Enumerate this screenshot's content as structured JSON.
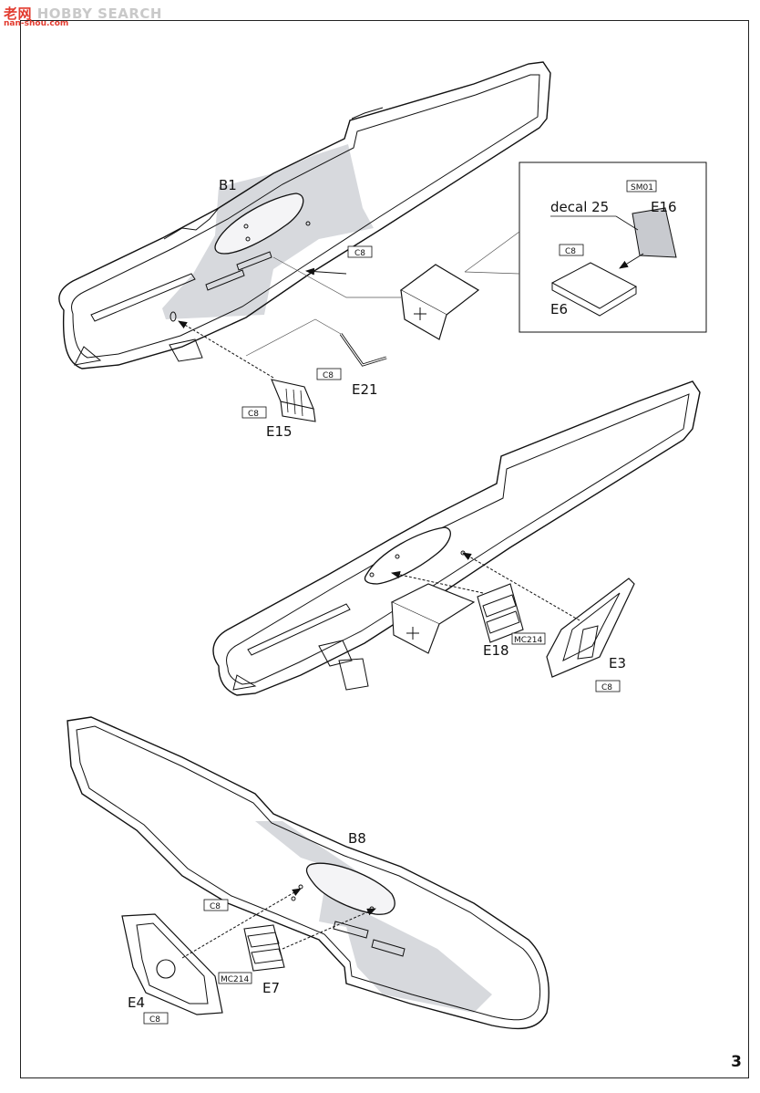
{
  "watermark": {
    "brand": "老网",
    "text": "HOBBY SEARCH",
    "url": "nan-shou.com"
  },
  "page_number": "3",
  "step1": {
    "part_fuselage": "B1",
    "paint_ref_fuselage": "C8",
    "inset_decal": "decal 25",
    "inset_part_a": "E16",
    "inset_part_a_ref": "SM01",
    "inset_part_b": "E6",
    "inset_part_b_ref": "C8",
    "part_rod": "E21",
    "part_rod_ref": "C8",
    "part_pedal": "E15",
    "part_pedal_ref": "C8"
  },
  "step2": {
    "part_box": "E18",
    "part_box_ref": "MC214",
    "part_frame": "E3",
    "part_frame_ref": "C8"
  },
  "step3": {
    "part_fuselage": "B8",
    "paint_ref_fuselage": "C8",
    "part_frame": "E4",
    "part_frame_ref": "C8",
    "part_box": "E7",
    "part_box_ref": "MC214"
  }
}
